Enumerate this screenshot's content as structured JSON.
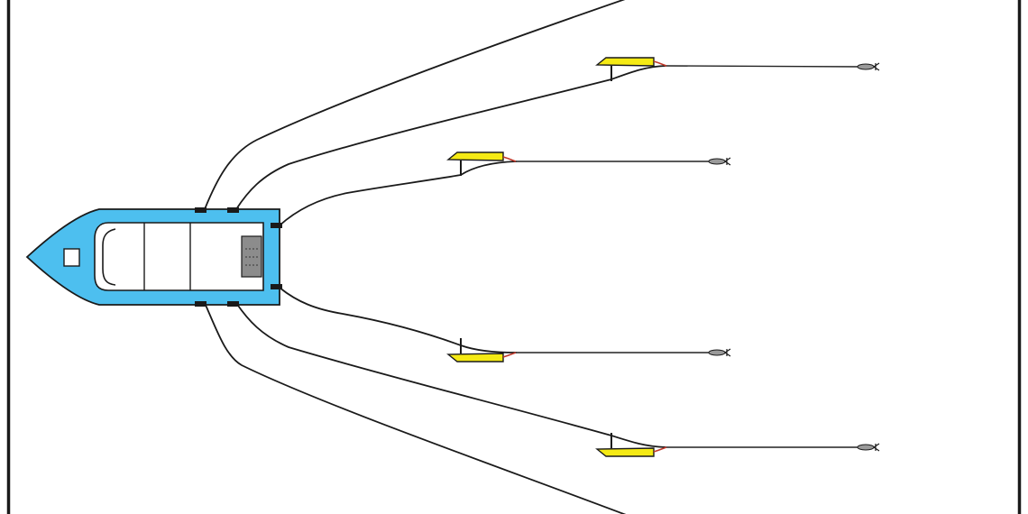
{
  "colors": {
    "frame": "#1a1a1a",
    "hull": "#4dbfef",
    "hull_outline": "#1a1a1a",
    "cabin": "#ffffff",
    "engine": "#8c8c8c",
    "board": "#f5ea14",
    "clip": "#c0392b",
    "line": "#1a1a1a",
    "lure": "#9a9a9a"
  },
  "icons": {
    "boat": "boat-icon",
    "planer_board": "planer-board-icon",
    "lure": "lure-icon",
    "rod_holder": "rod-holder-icon"
  },
  "diagram": {
    "boats": 1,
    "rod_holders": 6,
    "planer_boards": 4,
    "lures": 4
  }
}
